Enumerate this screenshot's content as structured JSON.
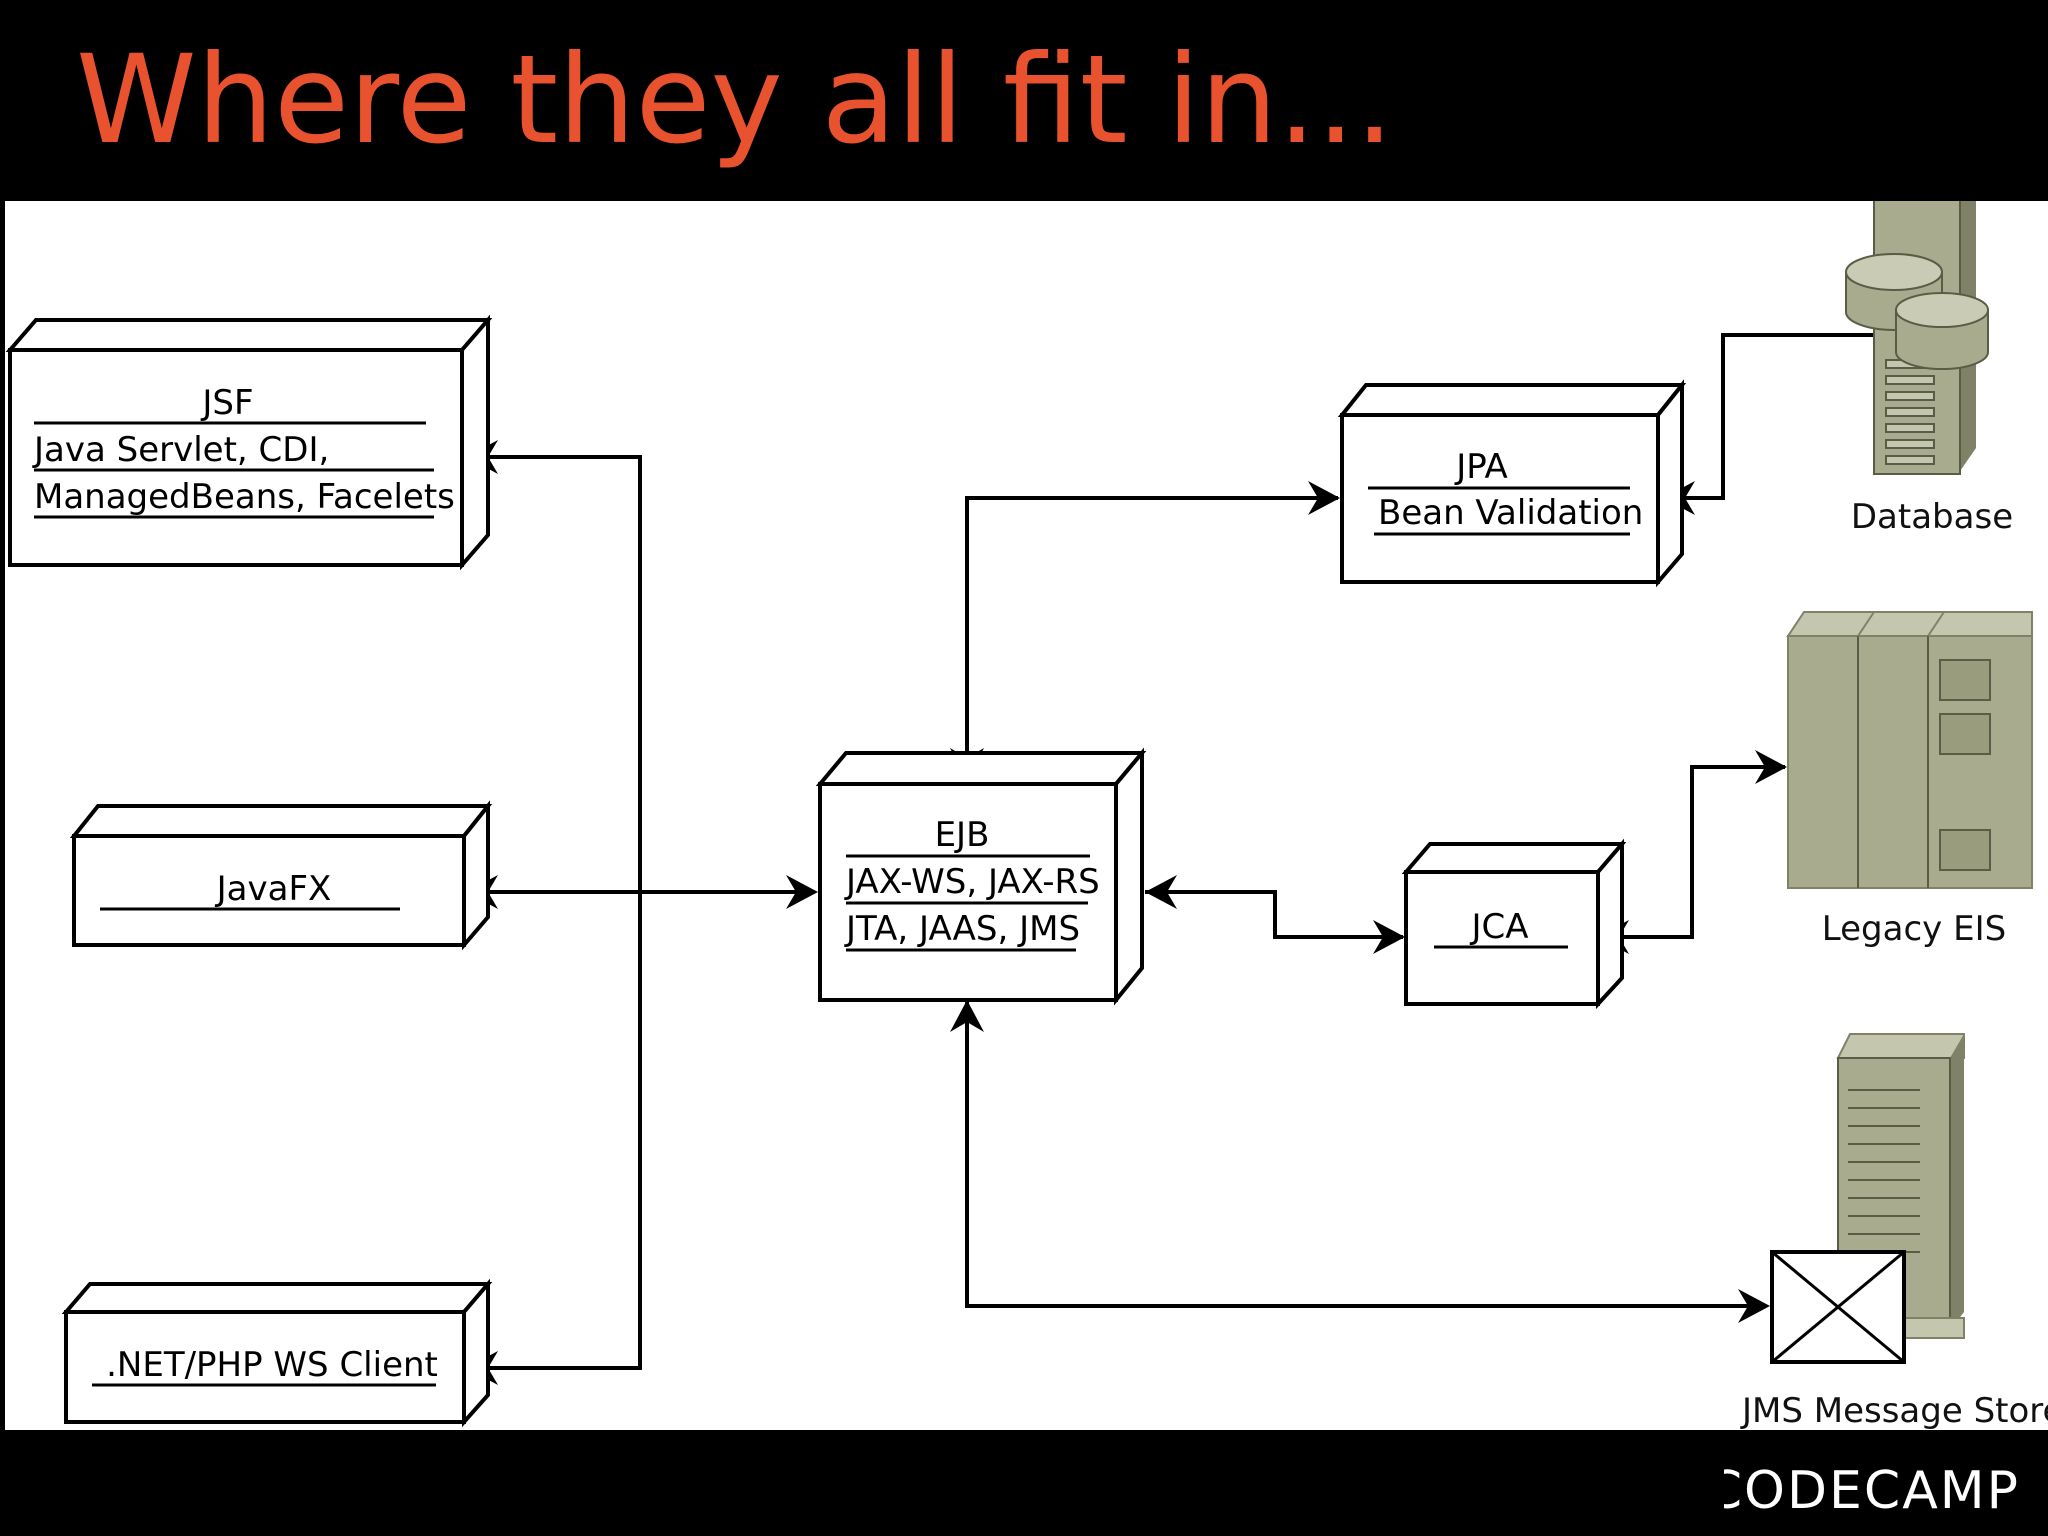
{
  "slide": {
    "title": "Where they all fit in..."
  },
  "diagram": {
    "boxes": {
      "jsf": [
        "JSF",
        "Java Servlet, CDI,",
        "ManagedBeans, Facelets"
      ],
      "javafx": [
        "JavaFX"
      ],
      "netphp": [
        ".NET/PHP WS Client"
      ],
      "ejb": [
        "EJB",
        "JAX-WS, JAX-RS",
        "JTA, JAAS, JMS"
      ],
      "jpa": [
        "JPA",
        "Bean Validation"
      ],
      "jca": [
        "JCA"
      ]
    },
    "labels": {
      "database": "Database",
      "legacy_eis": "Legacy EIS",
      "jms_store": "JMS Message Store"
    },
    "colors": {
      "title": "#e8522e",
      "equipment": "#a8ab8e",
      "equipment_dark": "#7f8266"
    }
  },
  "footer": {
    "logo_text": "CODECAMP"
  }
}
